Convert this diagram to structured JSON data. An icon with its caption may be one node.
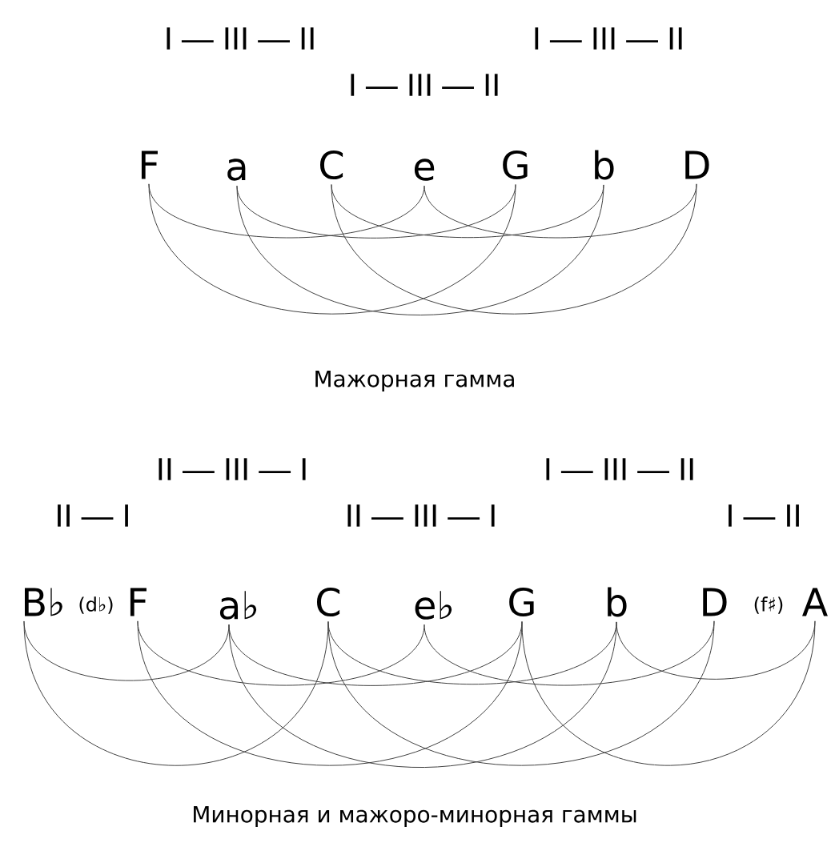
{
  "diagram": {
    "nodes": [
      {
        "text": [
          "F"
        ]
      },
      {
        "text": [
          "a"
        ]
      },
      {
        "text": [
          "C"
        ]
      },
      {
        "text": [
          "e"
        ]
      },
      {
        "text": [
          "G"
        ]
      },
      {
        "text": [
          "b"
        ]
      },
      {
        "text": [
          "D"
        ]
      },
      {
        "text": [
          "B♭"
        ]
      },
      {
        "text": [
          "F"
        ]
      },
      {
        "text": [
          "a♭"
        ]
      },
      {
        "text": [
          "C"
        ]
      },
      {
        "text": [
          "e♭"
        ]
      },
      {
        "text": [
          "G"
        ]
      },
      {
        "text": [
          "b"
        ]
      },
      {
        "text": [
          "D"
        ]
      },
      {
        "text": [
          "A"
        ]
      }
    ],
    "edges": [
      {
        "from": 0,
        "to": 3,
        "arrow": "none"
      },
      {
        "from": 0,
        "to": 4,
        "arrow": "none"
      },
      {
        "from": 1,
        "to": 4,
        "arrow": "none"
      },
      {
        "from": 1,
        "to": 5,
        "arrow": "none"
      },
      {
        "from": 2,
        "to": 5,
        "arrow": "none"
      },
      {
        "from": 2,
        "to": 6,
        "arrow": "none"
      },
      {
        "from": 3,
        "to": 6,
        "arrow": "none"
      },
      {
        "from": 7,
        "to": 9,
        "arrow": "none"
      },
      {
        "from": 7,
        "to": 10,
        "arrow": "none"
      },
      {
        "from": 8,
        "to": 11,
        "arrow": "none"
      },
      {
        "from": 8,
        "to": 12,
        "arrow": "none"
      },
      {
        "from": 9,
        "to": 12,
        "arrow": "none"
      },
      {
        "from": 9,
        "to": 13,
        "arrow": "none"
      },
      {
        "from": 10,
        "to": 13,
        "arrow": "none"
      },
      {
        "from": 10,
        "to": 14,
        "arrow": "none"
      },
      {
        "from": 11,
        "to": 14,
        "arrow": "none"
      },
      {
        "from": 12,
        "to": 15,
        "arrow": "none"
      },
      {
        "from": 13,
        "to": 15,
        "arrow": "none"
      }
    ],
    "labels": [
      "I — III — II",
      "I — III — II",
      "I — III — II",
      "Мажорная гамма",
      "II — III — I",
      "I — III — II",
      "II — I",
      "II — III — I",
      "I — II",
      "(d♭)",
      "(f♯)",
      "Минорная и мажоро-минорная гаммы"
    ]
  }
}
